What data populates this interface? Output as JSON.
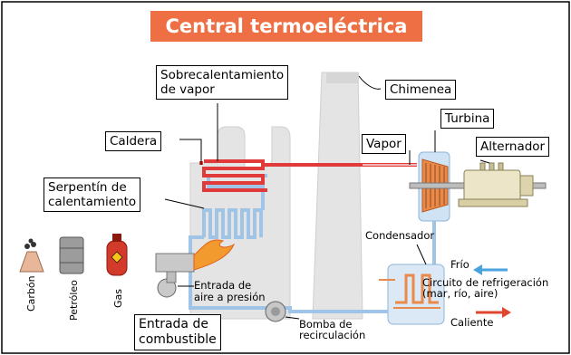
{
  "title": "Central termoeléctrica",
  "labels": {
    "superheat": "Sobrecalentamiento\nde vapor",
    "chimney": "Chimenea",
    "turbine": "Turbina",
    "boiler": "Caldera",
    "steam": "Vapor",
    "alternator": "Alternador",
    "coil": "Serpentín de\ncalentamiento",
    "condenser": "Condensador",
    "cold": "Frío",
    "cooling_circuit": "Circuito de refrigeración\n(mar, río, aire)",
    "hot": "Caliente",
    "air_inlet": "Entrada de\naire a presión",
    "fuel_inlet": "Entrada de\ncombustible",
    "pump": "Bomba de\nrecirculación"
  },
  "fuels": [
    "Carbón",
    "Petróleo",
    "Gas"
  ],
  "colors": {
    "title_bg": "#ee6f43",
    "steam_pipe": "#e03a3a",
    "water_pipe": "#9fc4e6",
    "cold_arrow": "#4aa3dc",
    "hot_arrow": "#e0452e",
    "building": "#e4e4e4"
  }
}
